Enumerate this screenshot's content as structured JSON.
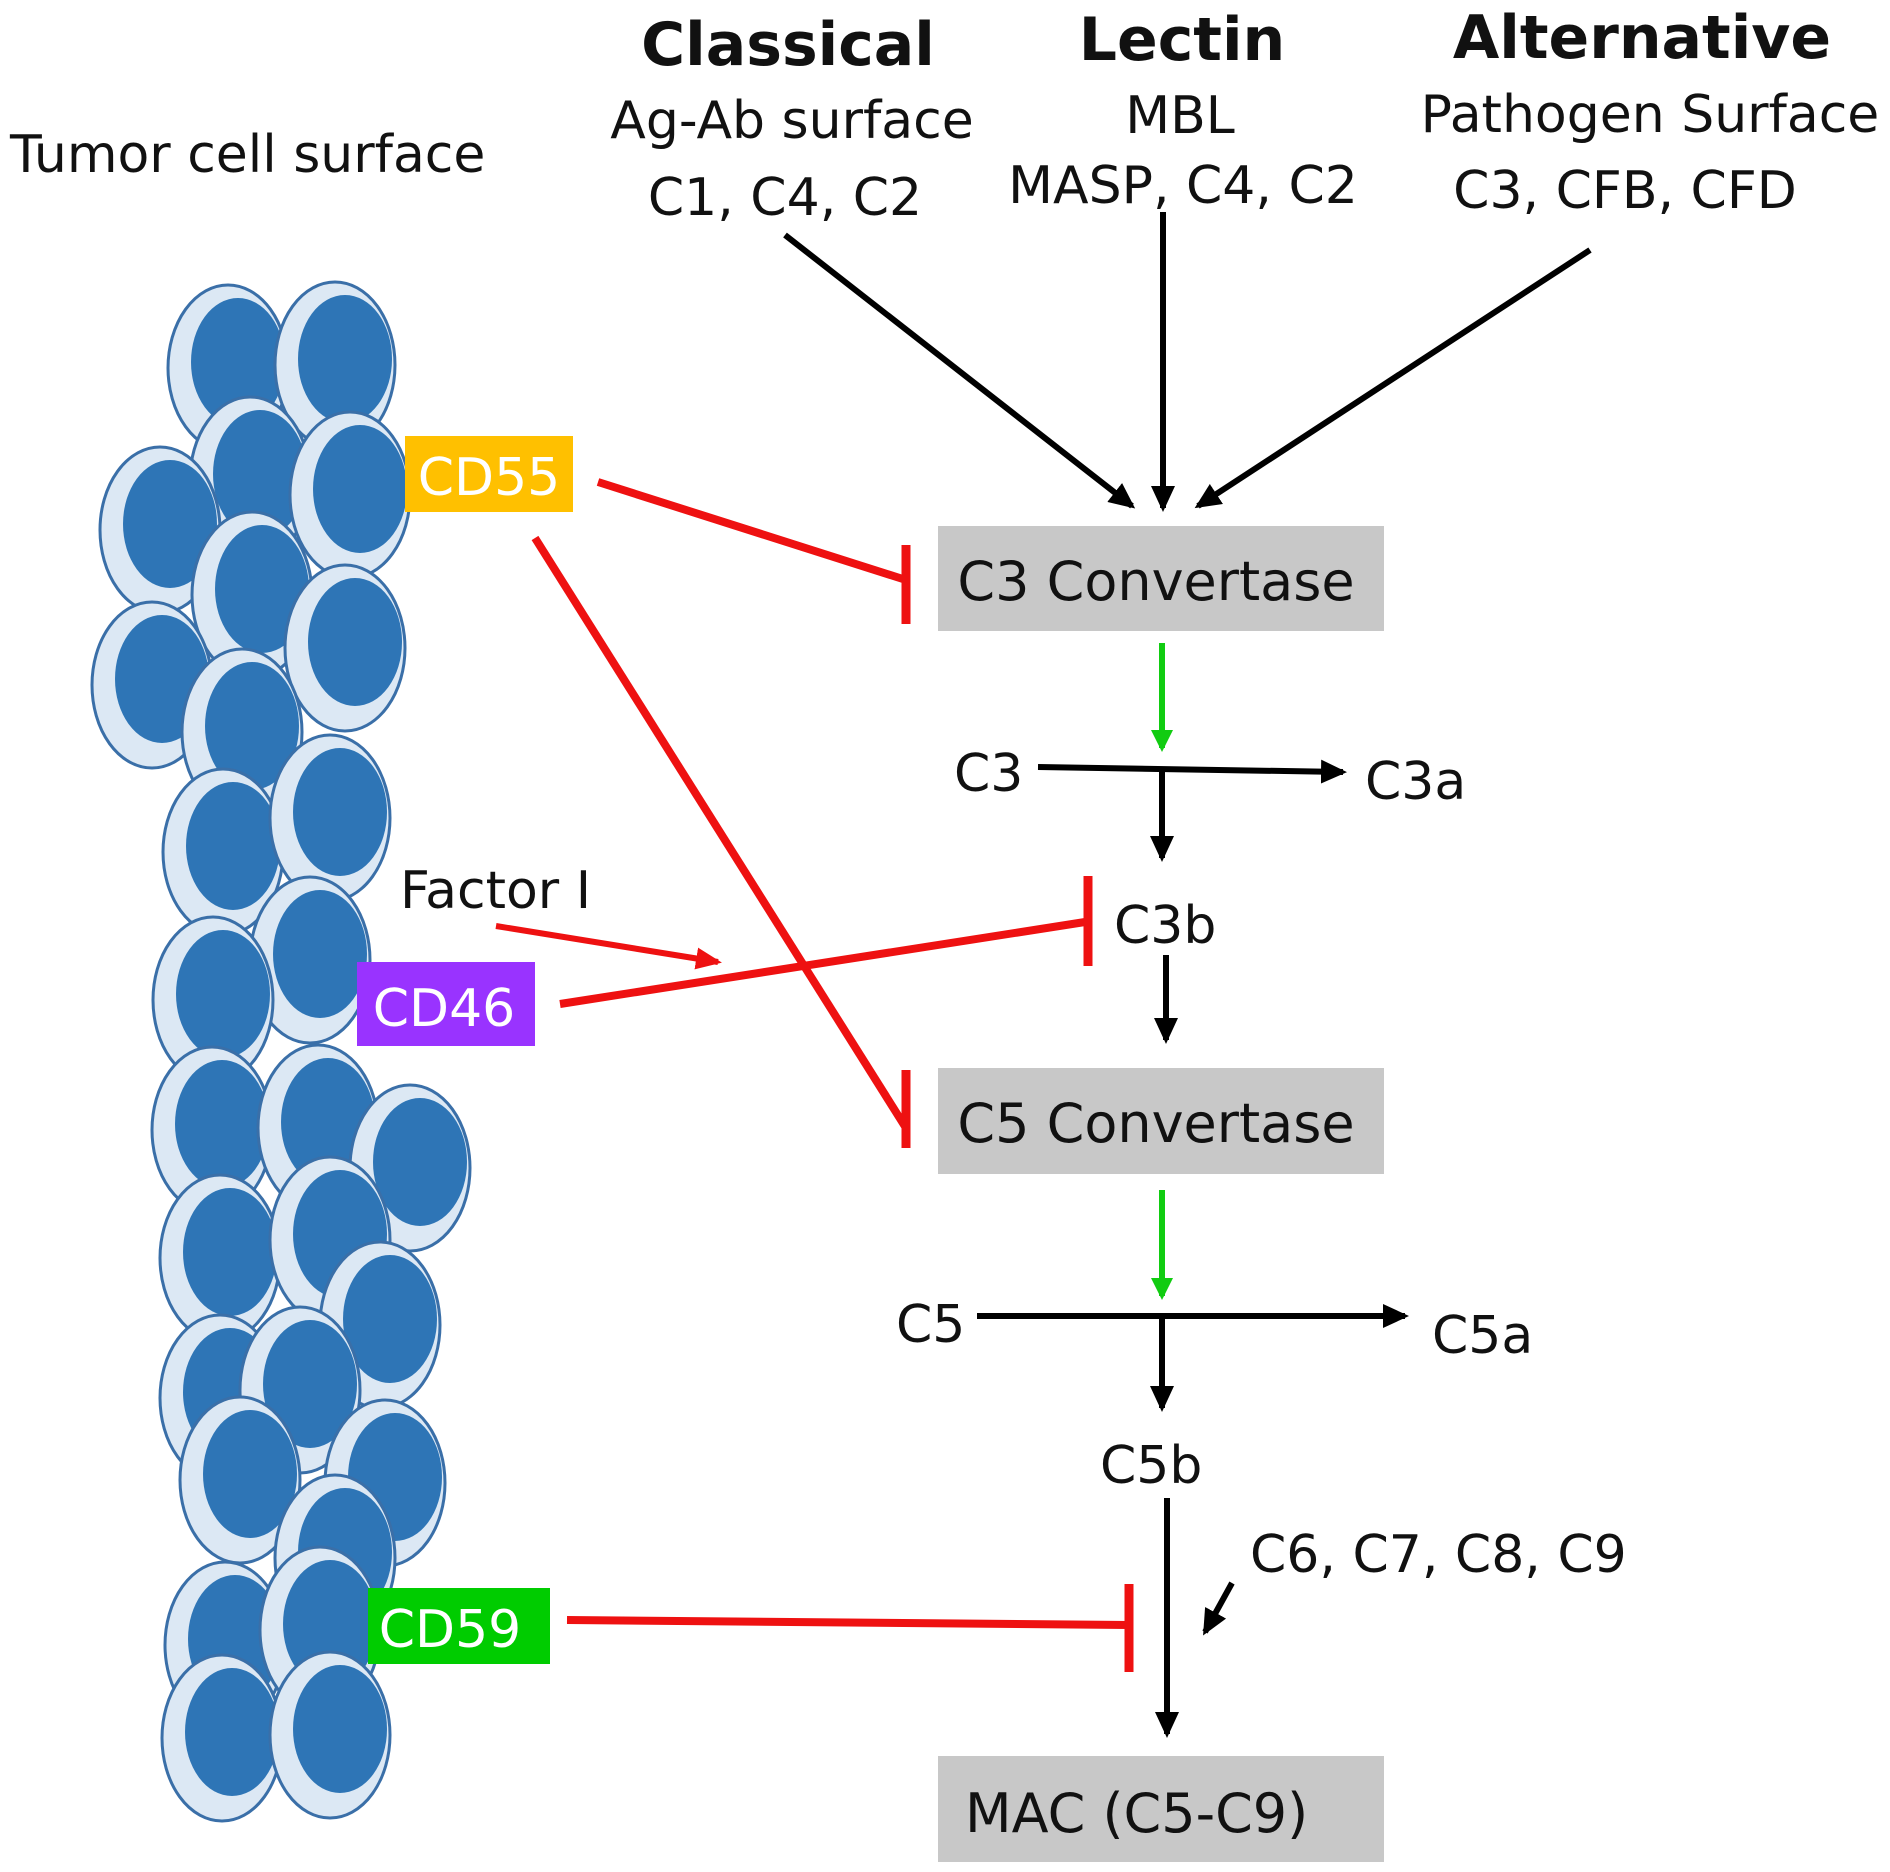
{
  "figure": {
    "tumor_label": "Tumor cell surface",
    "colors": {
      "cell_outer": "#dce8f4",
      "cell_stroke": "#3a6fa8",
      "cell_inner": "#2e75b6",
      "inhibit": "#ee1111",
      "activate": "#11cc11",
      "flow": "#000000",
      "box": "#c8c8c8"
    }
  },
  "pathways": [
    {
      "name": "Classical",
      "trigger": "Ag-Ab surface",
      "components": "C1, C4, C2"
    },
    {
      "name": "Lectin",
      "trigger": "MBL",
      "components": "MASP, C4, C2"
    },
    {
      "name": "Alternative",
      "trigger": "Pathogen Surface",
      "components": "C3, CFB, CFD"
    }
  ],
  "cascade": {
    "c3_convertase": "C3 Convertase",
    "c3": "C3",
    "c3a": "C3a",
    "c3b": "C3b",
    "c5_convertase": "C5 Convertase",
    "c5": "C5",
    "c5a": "C5a",
    "c5b": "C5b",
    "terminal_components": "C6, C7, C8, C9",
    "mac": "MAC (C5-C9)"
  },
  "regulators": {
    "cd55": {
      "label": "CD55",
      "color": "#ffc000"
    },
    "cd46": {
      "label": "CD46",
      "color": "#9933ff"
    },
    "cd59": {
      "label": "CD59",
      "color": "#00cc00"
    },
    "factor_i": "Factor I"
  }
}
